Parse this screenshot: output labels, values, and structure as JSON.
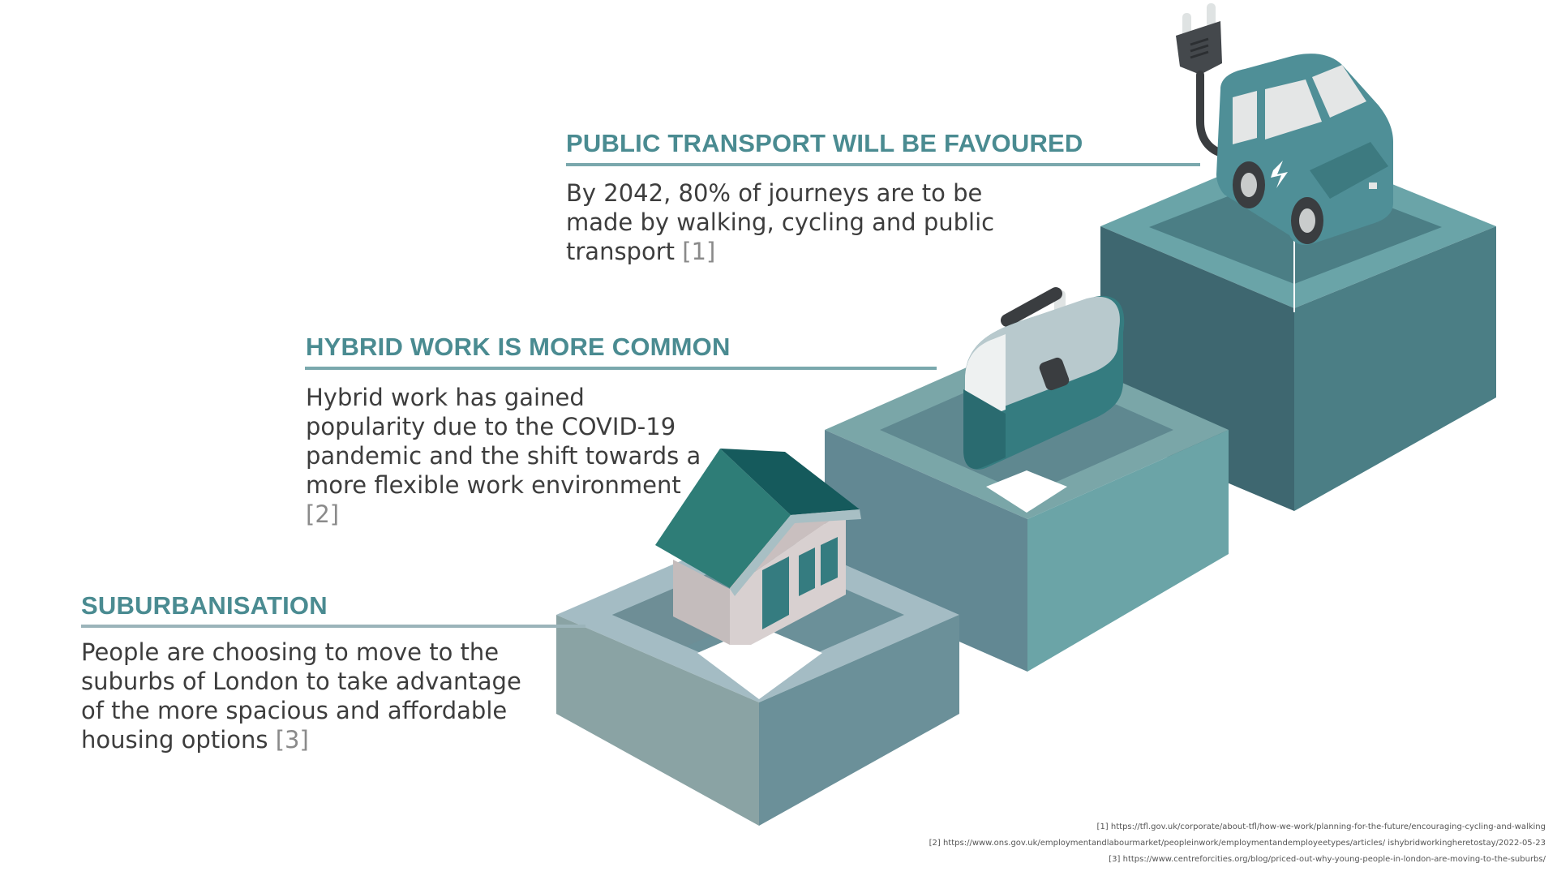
{
  "sections": [
    {
      "heading": "PUBLIC TRANSPORT WILL BE FAVOURED",
      "text": "By 2042, 80% of journeys are to be made by walking, cycling and public transport",
      "citation": "[1]"
    },
    {
      "heading": "HYBRID WORK IS MORE COMMON",
      "text": "Hybrid work has gained popularity due to the COVID-19 pandemic and the shift towards a more flexible work environment",
      "citation": "[2]"
    },
    {
      "heading": "SUBURBANISATION",
      "text": "People are choosing to move to the suburbs of London to take advantage of the more spacious and affordable housing options",
      "citation": "[3]"
    }
  ],
  "references": [
    "[1] https://tfl.gov.uk/corporate/about-tfl/how-we-work/planning-for-the-future/encouraging-cycling-and-walking",
    "[2] https://www.ons.gov.uk/employmentandlabourmarket/peopleinwork/employmentandemployeetypes/articles/ ishybridworkingheretostay/2022-05-23",
    "[3] https://www.centreforcities.org/blog/priced-out-why-young-people-in-london-are-moving-to-the-suburbs/"
  ],
  "icons": [
    "electric-plug-icon",
    "electric-car-icon",
    "briefcase-icon",
    "house-icon"
  ],
  "colors": {
    "heading": "#4a8b91",
    "connector_line": "#7aa8ad",
    "body_text": "#3d3d3d",
    "block_large_top": "#6aa4a8",
    "block_large_left": "#3e6770",
    "block_large_right": "#4b7e85",
    "block_medium_top": "#7aa6a8",
    "block_medium_left": "#628893",
    "block_medium_right": "#6ba4a7",
    "block_small_top": "#a4bcc4",
    "block_small_left": "#8aa3a4",
    "block_small_right": "#6b9099",
    "car_body": "#4f8f97",
    "house_roof": "#2e7d77",
    "house_wall": "#c4bcbc",
    "briefcase_body": "#357c80"
  }
}
